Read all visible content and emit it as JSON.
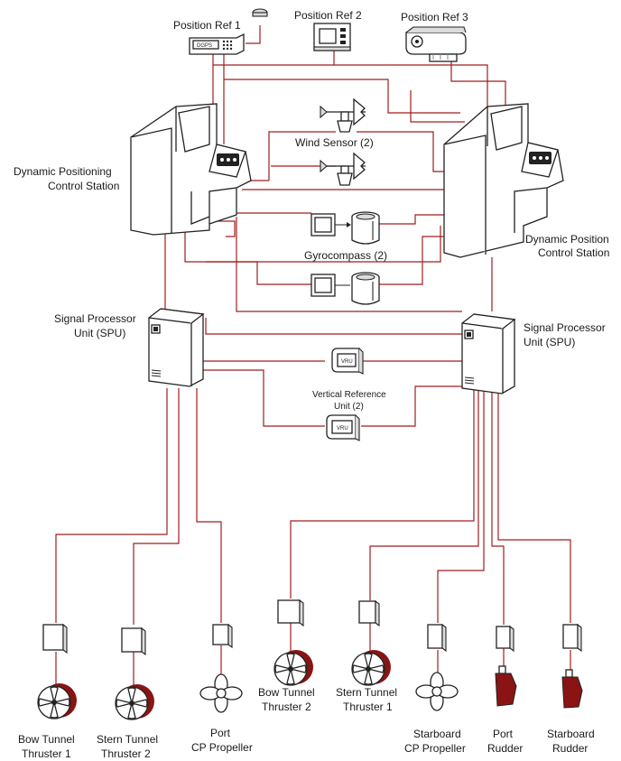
{
  "colors": {
    "wire": "#a11d1d",
    "outline": "#222222",
    "accent": "#8a1414"
  },
  "labels": {
    "position_ref_1": "Position Ref 1",
    "position_ref_2": "Position Ref 2",
    "position_ref_3": "Position Ref 3",
    "dgps_tag": "DGPS",
    "dp_station_left": [
      "Dynamic Positioning",
      "Control Station"
    ],
    "dp_station_right": [
      "Dynamic Position",
      "Control Station"
    ],
    "wind_sensor": "Wind Sensor (2)",
    "gyrocompass": "Gyrocompass (2)",
    "spu_left": [
      "Signal Processor",
      "Unit (SPU)"
    ],
    "spu_right": [
      "Signal Processor",
      "Unit (SPU)"
    ],
    "vru": [
      "Vertical Reference",
      "Unit (2)"
    ],
    "vru_tag": "VRU"
  },
  "devices": [
    {
      "id": "bow-tunnel-thruster-1",
      "lines": [
        "Bow Tunnel",
        "Thruster 1"
      ],
      "icon": "tunnel-thruster-icon"
    },
    {
      "id": "stern-tunnel-thruster-2",
      "lines": [
        "Stern Tunnel",
        "Thruster 2"
      ],
      "icon": "tunnel-thruster-icon"
    },
    {
      "id": "port-cp-propeller",
      "lines": [
        "Port",
        "CP Propeller"
      ],
      "icon": "propeller-icon"
    },
    {
      "id": "bow-tunnel-thruster-2",
      "lines": [
        "Bow Tunnel",
        "Thruster 2"
      ],
      "icon": "tunnel-thruster-icon"
    },
    {
      "id": "stern-tunnel-thruster-1",
      "lines": [
        "Stern Tunnel",
        "Thruster 1"
      ],
      "icon": "tunnel-thruster-icon"
    },
    {
      "id": "starboard-cp-propeller",
      "lines": [
        "Starboard",
        "CP Propeller"
      ],
      "icon": "propeller-icon"
    },
    {
      "id": "port-rudder",
      "lines": [
        "Port",
        "Rudder"
      ],
      "icon": "rudder-icon"
    },
    {
      "id": "starboard-rudder",
      "lines": [
        "Starboard",
        "Rudder"
      ],
      "icon": "rudder-icon"
    }
  ]
}
